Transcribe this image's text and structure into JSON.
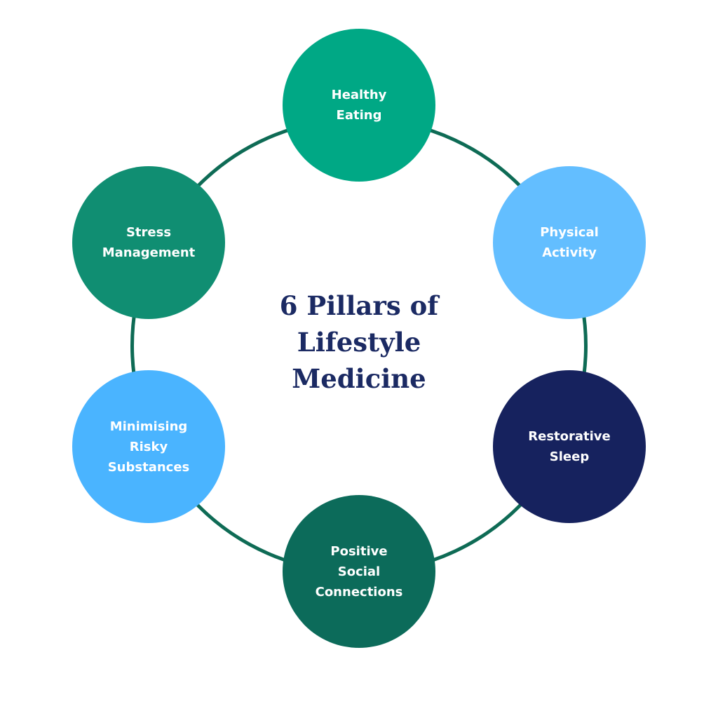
{
  "diagram": {
    "title": "6 Pillars of\nLifestyle\nMedicine",
    "title_color": "#1B2A63",
    "ring_color": "#0E6B55",
    "pillars": [
      {
        "label": "Healthy\nEating",
        "color": "#00A885"
      },
      {
        "label": "Physical\nActivity",
        "color": "#63BEFF"
      },
      {
        "label": "Restorative\nSleep",
        "color": "#16225E"
      },
      {
        "label": "Positive\nSocial\nConnections",
        "color": "#0C6B5A"
      },
      {
        "label": "Minimising\nRisky\nSubstances",
        "color": "#4AB4FF"
      },
      {
        "label": "Stress\nManagement",
        "color": "#108E72"
      }
    ]
  }
}
